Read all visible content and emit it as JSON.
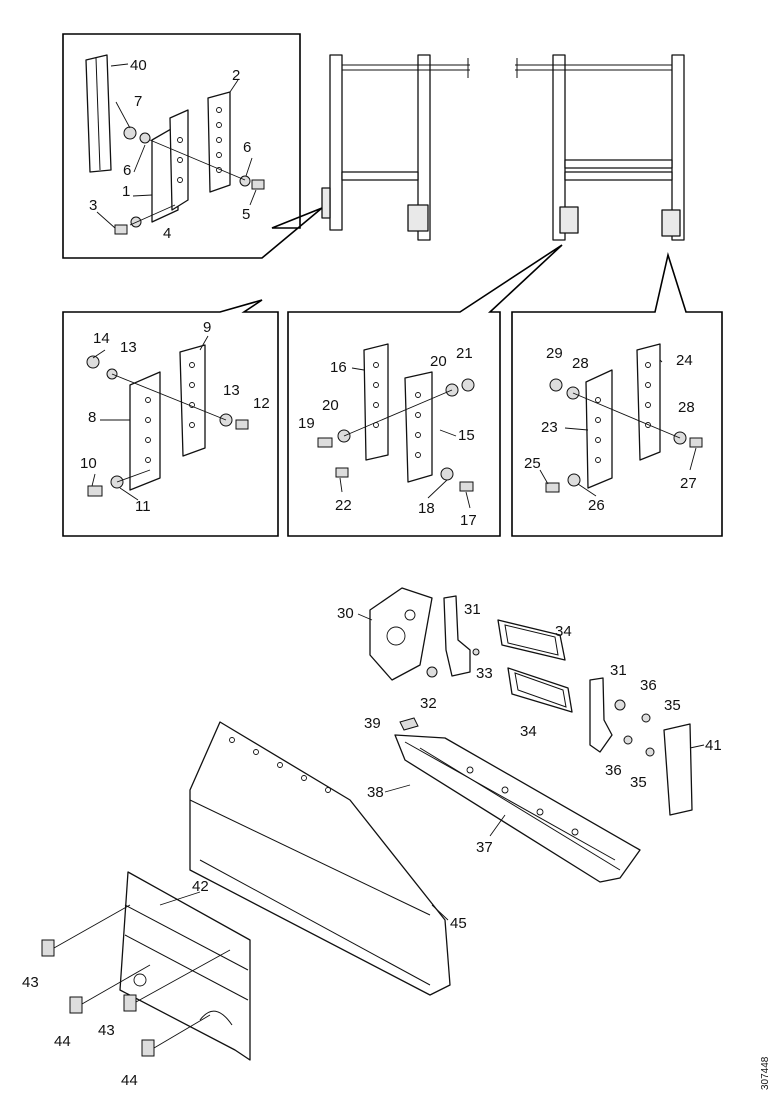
{
  "reference_code": "307448",
  "callouts": [
    {
      "id": "c40",
      "text": "40"
    },
    {
      "id": "c2",
      "text": "2"
    },
    {
      "id": "c7",
      "text": "7"
    },
    {
      "id": "c6a",
      "text": "6"
    },
    {
      "id": "c6b",
      "text": "6"
    },
    {
      "id": "c1",
      "text": "1"
    },
    {
      "id": "c5",
      "text": "5"
    },
    {
      "id": "c3",
      "text": "3"
    },
    {
      "id": "c4",
      "text": "4"
    },
    {
      "id": "c14",
      "text": "14"
    },
    {
      "id": "c13a",
      "text": "13"
    },
    {
      "id": "c9",
      "text": "9"
    },
    {
      "id": "c8",
      "text": "8"
    },
    {
      "id": "c13b",
      "text": "13"
    },
    {
      "id": "c12",
      "text": "12"
    },
    {
      "id": "c10",
      "text": "10"
    },
    {
      "id": "c11",
      "text": "11"
    },
    {
      "id": "c16",
      "text": "16"
    },
    {
      "id": "c20a",
      "text": "20"
    },
    {
      "id": "c21",
      "text": "21"
    },
    {
      "id": "c19",
      "text": "19"
    },
    {
      "id": "c20b",
      "text": "20"
    },
    {
      "id": "c15",
      "text": "15"
    },
    {
      "id": "c22",
      "text": "22"
    },
    {
      "id": "c18",
      "text": "18"
    },
    {
      "id": "c17",
      "text": "17"
    },
    {
      "id": "c29",
      "text": "29"
    },
    {
      "id": "c28a",
      "text": "28"
    },
    {
      "id": "c24",
      "text": "24"
    },
    {
      "id": "c28b",
      "text": "28"
    },
    {
      "id": "c23",
      "text": "23"
    },
    {
      "id": "c25",
      "text": "25"
    },
    {
      "id": "c26",
      "text": "26"
    },
    {
      "id": "c27",
      "text": "27"
    },
    {
      "id": "c30",
      "text": "30"
    },
    {
      "id": "c31a",
      "text": "31"
    },
    {
      "id": "c34a",
      "text": "34"
    },
    {
      "id": "c33",
      "text": "33"
    },
    {
      "id": "c32",
      "text": "32"
    },
    {
      "id": "c31b",
      "text": "31"
    },
    {
      "id": "c36a",
      "text": "36"
    },
    {
      "id": "c35a",
      "text": "35"
    },
    {
      "id": "c39",
      "text": "39"
    },
    {
      "id": "c34b",
      "text": "34"
    },
    {
      "id": "c41",
      "text": "41"
    },
    {
      "id": "c36b",
      "text": "36"
    },
    {
      "id": "c35b",
      "text": "35"
    },
    {
      "id": "c38",
      "text": "38"
    },
    {
      "id": "c37",
      "text": "37"
    },
    {
      "id": "c42",
      "text": "42"
    },
    {
      "id": "c45",
      "text": "45"
    },
    {
      "id": "c43a",
      "text": "43"
    },
    {
      "id": "c44a",
      "text": "44"
    },
    {
      "id": "c43b",
      "text": "43"
    },
    {
      "id": "c44b",
      "text": "44"
    }
  ],
  "colors": {
    "ink": "#111111",
    "paper": "#ffffff"
  }
}
